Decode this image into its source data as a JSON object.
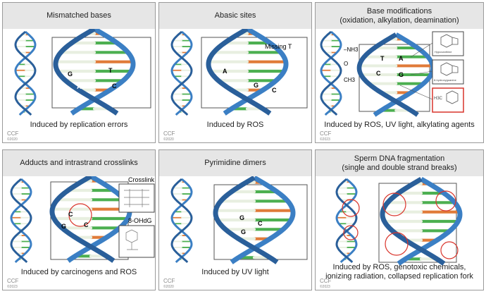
{
  "panels": [
    {
      "title": "Mismatched bases",
      "caption": "Induced by replication errors",
      "credit": "CCF",
      "year": "©2020",
      "labels": [
        "G",
        "T",
        "A",
        "C"
      ]
    },
    {
      "title": "Abasic sites",
      "caption": "Induced by ROS",
      "credit": "CCF",
      "year": "©2020",
      "labels": [
        "Missing T",
        "A",
        "G",
        "C"
      ]
    },
    {
      "title": "Base modifications\n(oxidation, alkylation, deamination)",
      "caption": "Induced by ROS, UV light, alkylating agents",
      "credit": "CCF",
      "year": "©2023",
      "labels": [
        "–NH3",
        "O",
        "CH3",
        "T",
        "A",
        "C",
        "G",
        "Hypoxanthine",
        "8-hydroxyguanine",
        "H3C"
      ]
    },
    {
      "title": "Adducts and intrastrand crosslinks",
      "caption": "Induced by carcinogens and ROS",
      "credit": "CCF",
      "year": "©2023",
      "labels": [
        "Crosslink",
        "8-OHdG",
        "C",
        "C",
        "G"
      ]
    },
    {
      "title": "Pyrimidine dimers",
      "caption": "Induced by UV light",
      "credit": "CCF",
      "year": "©2020",
      "labels": [
        "G",
        "G",
        "C"
      ]
    },
    {
      "title": "Sperm DNA fragmentation\n(single and double strand breaks)",
      "caption": "Induced by ROS, genotoxic chemicals,\nionizing radiation, collapsed replication fork",
      "credit": "CCF",
      "year": "©2023",
      "labels": []
    }
  ],
  "colors": {
    "strand": "#3b7fc4",
    "strand_dark": "#2a5f9a",
    "green": "#4caf50",
    "orange": "#e07b39",
    "header_bg": "#e6e6e6",
    "highlight": "#d9342b"
  }
}
